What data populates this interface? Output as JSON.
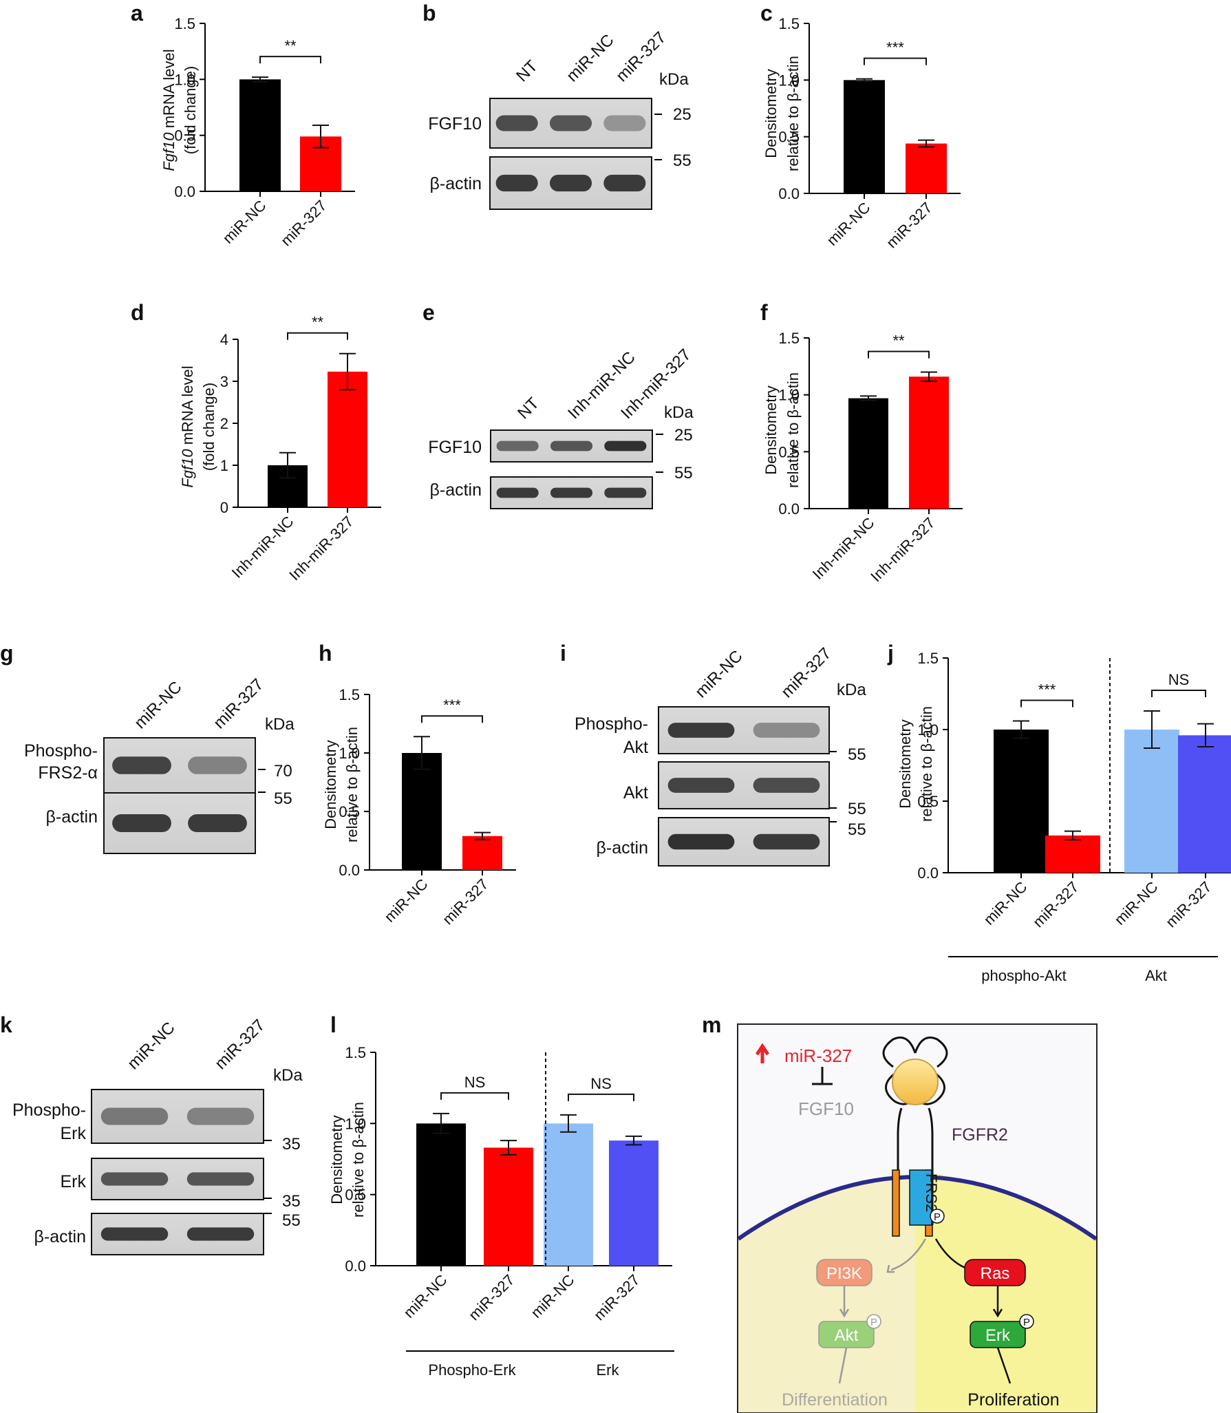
{
  "colors": {
    "black": "#000000",
    "red": "#ff0000",
    "light_blue": "#8fbef7",
    "blue": "#5050f5",
    "pathway_grey": "#999999",
    "mir_red": "#e8242b"
  },
  "panels": {
    "a": {
      "label": "a",
      "ylabel_italic": "Fgf10",
      "ylabel_rest": " mRNA level",
      "ylabel2": "(fold change)",
      "sig": "**"
    },
    "b": {
      "label": "b",
      "lanes": [
        "NT",
        "miR-NC",
        "miR-327"
      ],
      "kda": "kDa",
      "rows": [
        "FGF10",
        "β-actin"
      ],
      "markers": [
        "25",
        "55"
      ]
    },
    "c": {
      "label": "c",
      "ylabel1": "Densitometry",
      "ylabel2": "relative to β-actin",
      "sig": "***"
    },
    "d": {
      "label": "d",
      "ylabel_italic": "Fgf10",
      "ylabel_rest": " mRNA level",
      "ylabel2": "(fold change)",
      "sig": "**"
    },
    "e": {
      "label": "e",
      "lanes": [
        "NT",
        "Inh-miR-NC",
        "Inh-miR-327"
      ],
      "kda": "kDa",
      "rows": [
        "FGF10",
        "β-actin"
      ],
      "markers": [
        "25",
        "55"
      ]
    },
    "f": {
      "label": "f",
      "ylabel1": "Densitometry",
      "ylabel2": "relative to β-actin",
      "sig": "**"
    },
    "g": {
      "label": "g",
      "lanes": [
        "miR-NC",
        "miR-327"
      ],
      "kda": "kDa",
      "row1a": "Phospho-",
      "row1b": "FRS2-α",
      "row2": "β-actin",
      "markers": [
        "70",
        "55"
      ]
    },
    "h": {
      "label": "h",
      "ylabel1": "Densitometry",
      "ylabel2": "relative to β-actin",
      "sig": "***"
    },
    "i": {
      "label": "i",
      "lanes": [
        "miR-NC",
        "miR-327"
      ],
      "kda": "kDa",
      "row1a": "Phospho-",
      "row1b": "Akt",
      "row2": "Akt",
      "row3": "β-actin",
      "markers": [
        "55",
        "55",
        "55"
      ]
    },
    "j": {
      "label": "j",
      "ylabel1": "Densitometry",
      "ylabel2": "relative to β-actin",
      "sig1": "***",
      "sig2": "NS",
      "group1": "phospho-Akt",
      "group2": "Akt"
    },
    "k": {
      "label": "k",
      "lanes": [
        "miR-NC",
        "miR-327"
      ],
      "kda": "kDa",
      "row1a": "Phospho-",
      "row1b": "Erk",
      "row2": "Erk",
      "row3": "β-actin",
      "markers": [
        "35",
        "35",
        "55"
      ]
    },
    "l": {
      "label": "l",
      "ylabel1": "Densitometry",
      "ylabel2": "relative to β-actin",
      "sig1": "NS",
      "sig2": "NS",
      "group1": "Phospho-Erk",
      "group2": "Erk"
    },
    "m": {
      "label": "m",
      "mir": "miR-327",
      "fgf10": "FGF10",
      "fgfr2": "FGFR2",
      "frs2": "FRS2",
      "p": "P",
      "pi3k": "PI3K",
      "akt": "Akt",
      "ras": "Ras",
      "erk": "Erk",
      "differentiation": "Differentiation",
      "proliferation": "Proliferation"
    }
  },
  "chart_data": [
    {
      "id": "a",
      "type": "bar",
      "categories": [
        "miR-NC",
        "miR-327"
      ],
      "values": [
        1.0,
        0.49
      ],
      "errors": [
        0.02,
        0.1
      ],
      "ylim": [
        0,
        1.5
      ],
      "yticks": [
        "0.0",
        "0.5",
        "1.0",
        "1.5"
      ],
      "colors": [
        "#000000",
        "#ff0000"
      ]
    },
    {
      "id": "c",
      "type": "bar",
      "categories": [
        "miR-NC",
        "miR-327"
      ],
      "values": [
        1.0,
        0.44
      ],
      "errors": [
        0.01,
        0.03
      ],
      "ylim": [
        0,
        1.5
      ],
      "yticks": [
        "0.0",
        "0.5",
        "1.0",
        "1.5"
      ],
      "colors": [
        "#000000",
        "#ff0000"
      ]
    },
    {
      "id": "d",
      "type": "bar",
      "categories": [
        "Inh-miR-NC",
        "Inh-miR-327"
      ],
      "values": [
        1.0,
        3.23
      ],
      "errors": [
        0.3,
        0.43
      ],
      "ylim": [
        0,
        4
      ],
      "yticks": [
        "0",
        "1",
        "2",
        "3",
        "4"
      ],
      "colors": [
        "#000000",
        "#ff0000"
      ]
    },
    {
      "id": "f",
      "type": "bar",
      "categories": [
        "Inh-miR-NC",
        "Inh-miR-327"
      ],
      "values": [
        0.97,
        1.16
      ],
      "errors": [
        0.02,
        0.04
      ],
      "ylim": [
        0,
        1.5
      ],
      "yticks": [
        "0.0",
        "0.5",
        "1.0",
        "1.5"
      ],
      "colors": [
        "#000000",
        "#ff0000"
      ]
    },
    {
      "id": "h",
      "type": "bar",
      "categories": [
        "miR-NC",
        "miR-327"
      ],
      "values": [
        1.0,
        0.29
      ],
      "errors": [
        0.14,
        0.03
      ],
      "ylim": [
        0,
        1.5
      ],
      "yticks": [
        "0.0",
        "0.5",
        "1.0",
        "1.5"
      ],
      "colors": [
        "#000000",
        "#ff0000"
      ]
    },
    {
      "id": "j",
      "type": "bar",
      "categories": [
        "miR-NC",
        "miR-327",
        "miR-NC",
        "miR-327"
      ],
      "values": [
        1.0,
        0.26,
        1.0,
        0.96
      ],
      "errors": [
        0.06,
        0.03,
        0.13,
        0.08
      ],
      "ylim": [
        0,
        1.5
      ],
      "yticks": [
        "0.0",
        "0.5",
        "1.0",
        "1.5"
      ],
      "colors": [
        "#000000",
        "#ff0000",
        "#8fbef7",
        "#5050f5"
      ]
    },
    {
      "id": "l",
      "type": "bar",
      "categories": [
        "miR-NC",
        "miR-327",
        "miR-NC",
        "miR-327"
      ],
      "values": [
        1.0,
        0.83,
        1.0,
        0.88
      ],
      "errors": [
        0.07,
        0.05,
        0.06,
        0.03
      ],
      "ylim": [
        0,
        1.5
      ],
      "yticks": [
        "0.0",
        "0.5",
        "1.0",
        "1.5"
      ],
      "colors": [
        "#000000",
        "#ff0000",
        "#8fbef7",
        "#5050f5"
      ]
    }
  ],
  "blots": [
    {
      "id": "b",
      "rows": [
        [
          0.8,
          0.75,
          0.4
        ],
        [
          0.9,
          0.9,
          0.9
        ]
      ]
    },
    {
      "id": "e",
      "rows": [
        [
          0.65,
          0.75,
          0.95
        ],
        [
          0.9,
          0.9,
          0.9
        ]
      ]
    },
    {
      "id": "g",
      "rows": [
        [
          0.85,
          0.5
        ],
        [
          0.9,
          0.9
        ]
      ]
    },
    {
      "id": "i",
      "rows": [
        [
          0.9,
          0.45
        ],
        [
          0.85,
          0.8
        ],
        [
          0.95,
          0.9
        ]
      ]
    },
    {
      "id": "k",
      "rows": [
        [
          0.55,
          0.5
        ],
        [
          0.75,
          0.75
        ],
        [
          0.9,
          0.9
        ]
      ]
    }
  ]
}
